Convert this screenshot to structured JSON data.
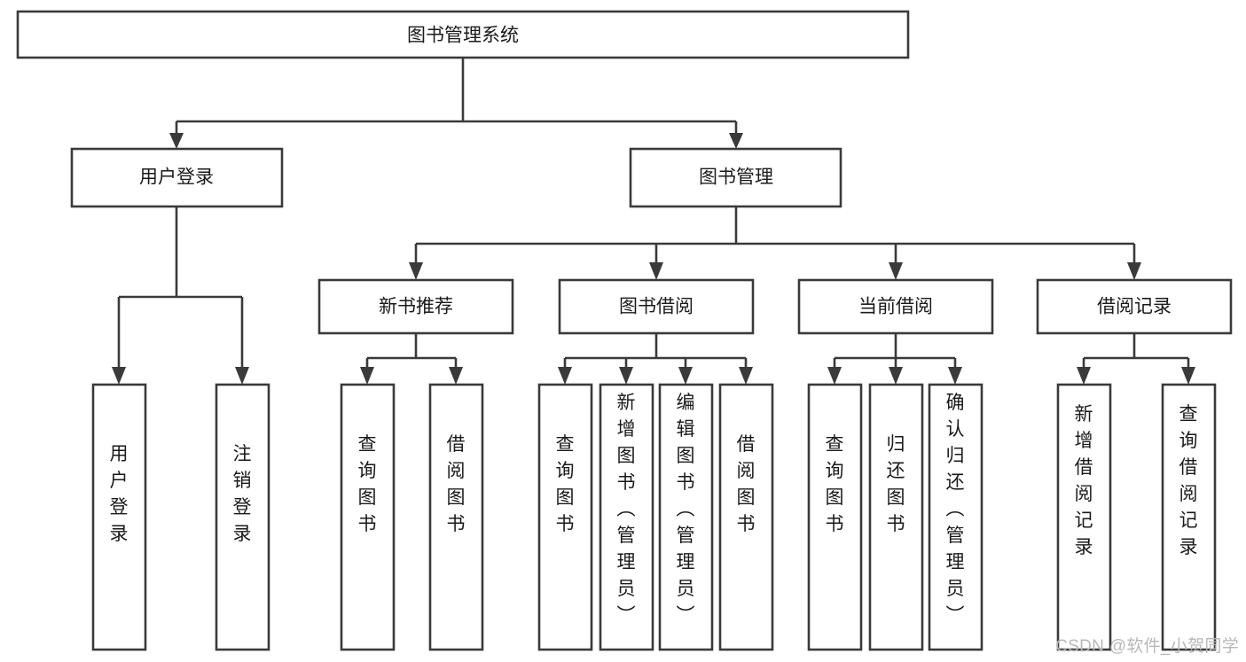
{
  "diagram": {
    "type": "tree",
    "title": "图书管理系统",
    "background_color": "#ffffff",
    "line_color": "#3a3a3a",
    "text_color": "#1a1a1a",
    "root": {
      "label": "图书管理系统"
    },
    "level2": [
      {
        "label": "用户登录"
      },
      {
        "label": "图书管理"
      }
    ],
    "level3": [
      {
        "label": "新书推荐"
      },
      {
        "label": "图书借阅"
      },
      {
        "label": "当前借阅"
      },
      {
        "label": "借阅记录"
      }
    ],
    "leaves": {
      "user_login": [
        {
          "label": "用户登录"
        },
        {
          "label": "注销登录"
        }
      ],
      "new_book_recommend": [
        {
          "label": "查询图书"
        },
        {
          "label": "借阅图书"
        }
      ],
      "book_borrow": [
        {
          "label": "查询图书"
        },
        {
          "label": "新增图书（管理员）"
        },
        {
          "label": "编辑图书（管理员）"
        },
        {
          "label": "借阅图书"
        }
      ],
      "current_borrow": [
        {
          "label": "查询图书"
        },
        {
          "label": "归还图书"
        },
        {
          "label": "确认归还（管理员）"
        }
      ],
      "borrow_record": [
        {
          "label": "新增借阅记录"
        },
        {
          "label": "查询借阅记录"
        }
      ]
    }
  },
  "watermark": {
    "text": "CSDN @软件_小贺同学",
    "color": "#b8b8b8"
  }
}
